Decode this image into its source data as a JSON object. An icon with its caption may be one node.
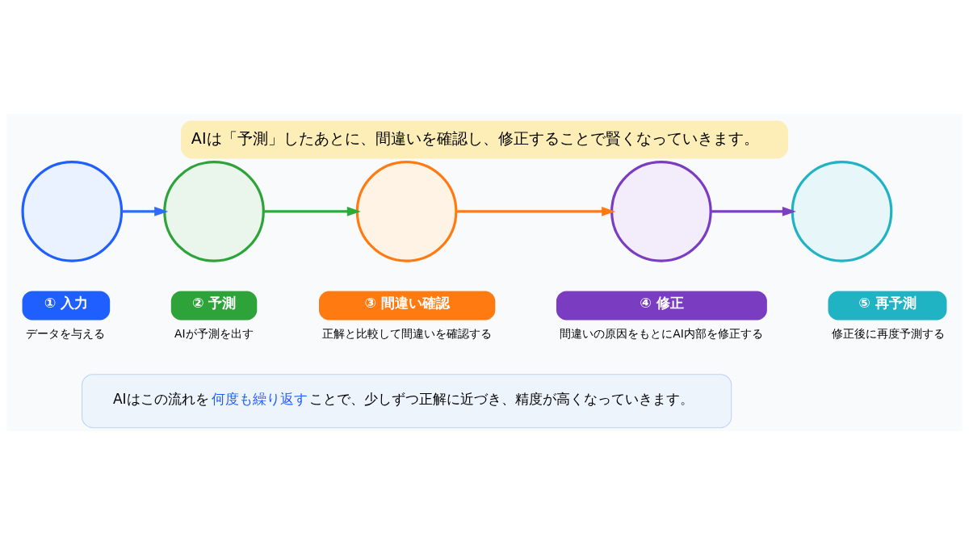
{
  "diagram": {
    "title": "AIは「予測」したあとに、間違いを確認し、修正することで賢くなっていきます。",
    "nodes": [
      {
        "text": [],
        "shape": "circle",
        "beside": [
          "① 入力",
          "データを与える"
        ]
      },
      {
        "text": [],
        "shape": "circle",
        "beside": [
          "② 予測",
          "AIが予測を出す"
        ]
      },
      {
        "text": [],
        "shape": "circle",
        "beside": [
          "③ 間違い確認",
          "正解と比較して間違いを確認する"
        ]
      },
      {
        "text": [],
        "shape": "circle",
        "beside": [
          "④ 修正",
          "間違いの原因をもとにAI内部を修正する"
        ]
      },
      {
        "text": [],
        "shape": "circle",
        "beside": [
          "⑤ 再予測",
          "修正後に再度予測する"
        ]
      }
    ],
    "edges": [
      {
        "from": 0,
        "to": 1,
        "arrow": "to",
        "color": "#2f6bff"
      },
      {
        "from": 1,
        "to": 2,
        "arrow": "to",
        "color": "#2eaa3a"
      },
      {
        "from": 2,
        "to": 3,
        "arrow": "to",
        "color": "#ff7a1a"
      },
      {
        "from": 3,
        "to": 4,
        "arrow": "to",
        "color": "#7b3fbf"
      }
    ],
    "labels": [
      "AIはこの流れを**何度も繰り返す**ことで、少しずつ正解に近づき、精度が高くなっていきます。"
    ]
  }
}
